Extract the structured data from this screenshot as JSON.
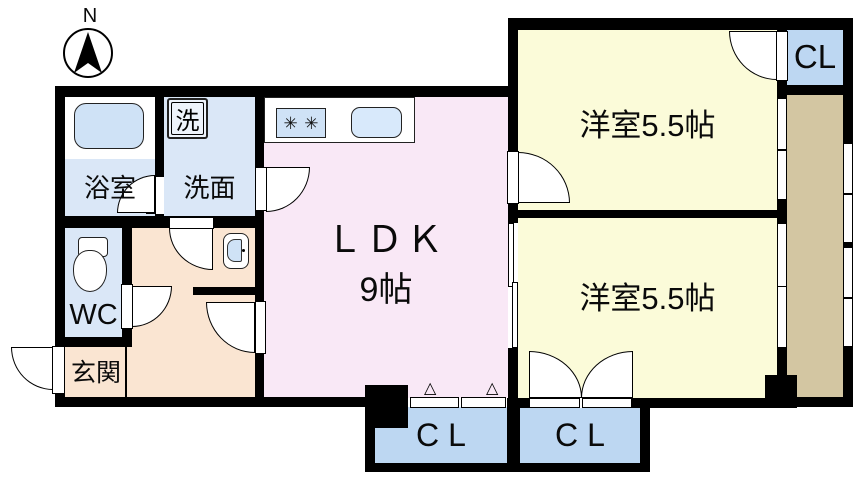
{
  "compass": {
    "north_label": "N"
  },
  "rooms": {
    "bath": {
      "label": "浴室"
    },
    "washroom": {
      "label": "洗面"
    },
    "washer_box": {
      "label": "洗"
    },
    "toilet": {
      "label": "WC"
    },
    "entrance": {
      "label": "玄関"
    },
    "ldk": {
      "label": "ＬＤＫ",
      "size_label": "9帖"
    },
    "bedroom_top": {
      "label": "洋室5.5帖"
    },
    "bedroom_bottom": {
      "label": "洋室5.5帖"
    },
    "closet_top_right": {
      "label": "CL"
    },
    "closet_bottom_left": {
      "label": "CL"
    },
    "closet_bottom_right": {
      "label": "CL"
    }
  },
  "markers": {
    "folding_door_triangle": "△",
    "burner_glyph": "✳"
  },
  "colors": {
    "wall": "#000000",
    "room_blue": "#dae7f7",
    "closet_blue": "#bdd7f2",
    "ldk_pink": "#f9e8f6",
    "bedroom_yellow": "#fbfbd9",
    "hall_peach": "#fae5d2",
    "balcony_tan": "#d3c6a2",
    "fixture_blue": "#cfe2f6"
  }
}
